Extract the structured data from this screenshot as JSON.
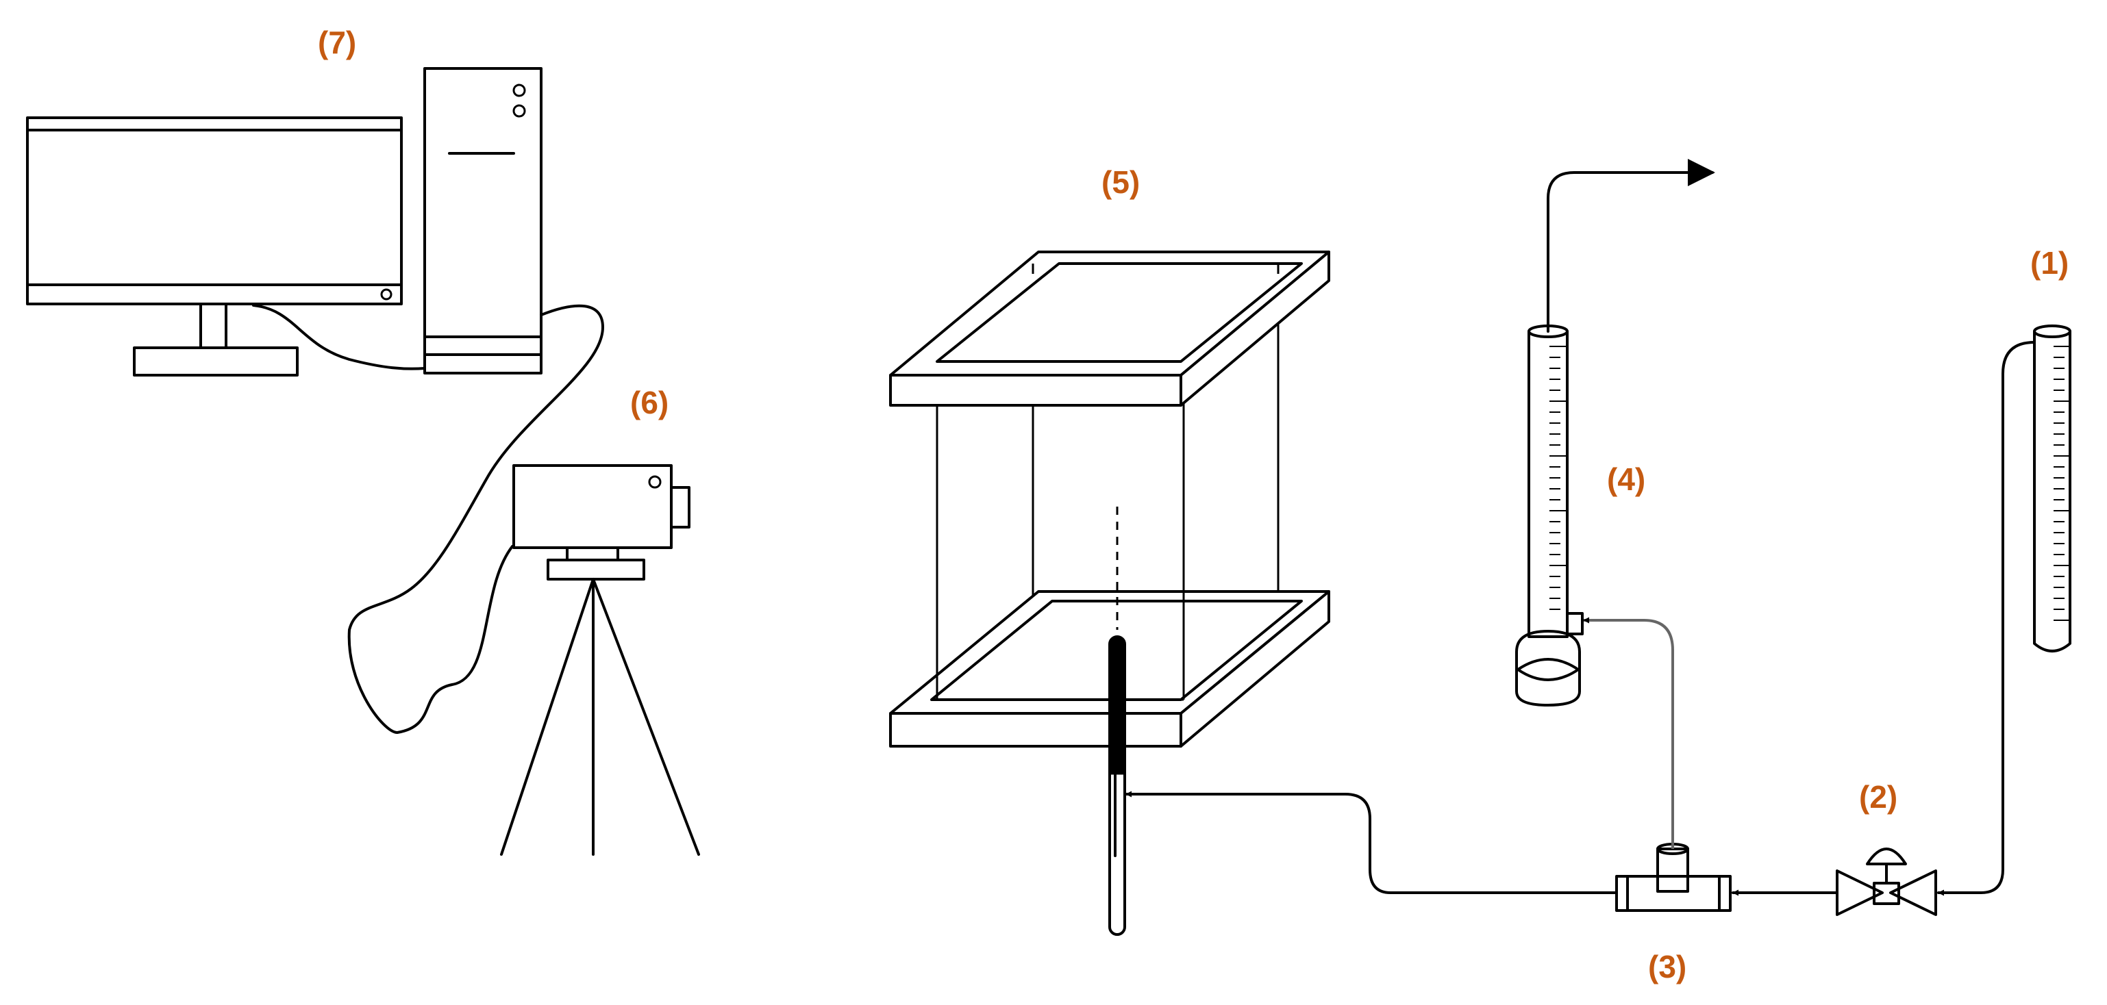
{
  "labels": {
    "l1": "(1)",
    "l2": "(2)",
    "l3": "(3)",
    "l4": "(4)",
    "l5": "(5)",
    "l6": "(6)",
    "l7": "(7)"
  },
  "colors": {
    "label": "#c55a11",
    "line": "#000000",
    "tube": "#666666"
  },
  "icons": {
    "computer": "monitor-and-tower-icon",
    "camera": "camera-on-tripod-icon",
    "chamber": "transparent-box-chamber-icon",
    "flowmeter": "flowmeter-icon",
    "tee": "tee-junction-icon",
    "valve": "valve-icon",
    "supply": "graduated-supply-column-icon"
  }
}
